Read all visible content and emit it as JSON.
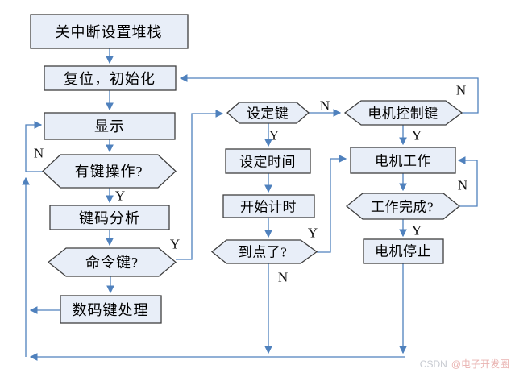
{
  "colors": {
    "node_fill": "#e8eef8",
    "node_border": "#3f3f3f",
    "connector_blue": "#4f81bd",
    "text": "#000000",
    "watermark_brand": "#c6c9d0",
    "watermark_handle": "#e9b3b1"
  },
  "flowchart": {
    "nodes": {
      "stack": "关中断设置堆栈",
      "reset": "复位，初始化",
      "display": "显示",
      "key_pressed": "有键操作?",
      "keycode": "键码分析",
      "command_key": "命令键?",
      "numeric_key": "数码键处理",
      "set_key": "设定键",
      "set_time": "设定时间",
      "start_timing": "开始计时",
      "time_up": "到点了?",
      "motor_control_key": "电机控制键",
      "motor_working": "电机工作",
      "work_done": "工作完成?",
      "motor_stop": "电机停止"
    },
    "branches": {
      "key_pressed_n": "N",
      "key_pressed_y": "Y",
      "command_key_y": "Y",
      "set_key_n": "N",
      "set_key_y": "Y",
      "time_up_y": "Y",
      "time_up_n": "N",
      "motor_control_n": "N",
      "motor_control_y": "Y",
      "work_done_n": "N",
      "work_done_y": "Y"
    }
  },
  "watermark": {
    "brand": "CSDN",
    "handle": "@电子开发圈"
  }
}
